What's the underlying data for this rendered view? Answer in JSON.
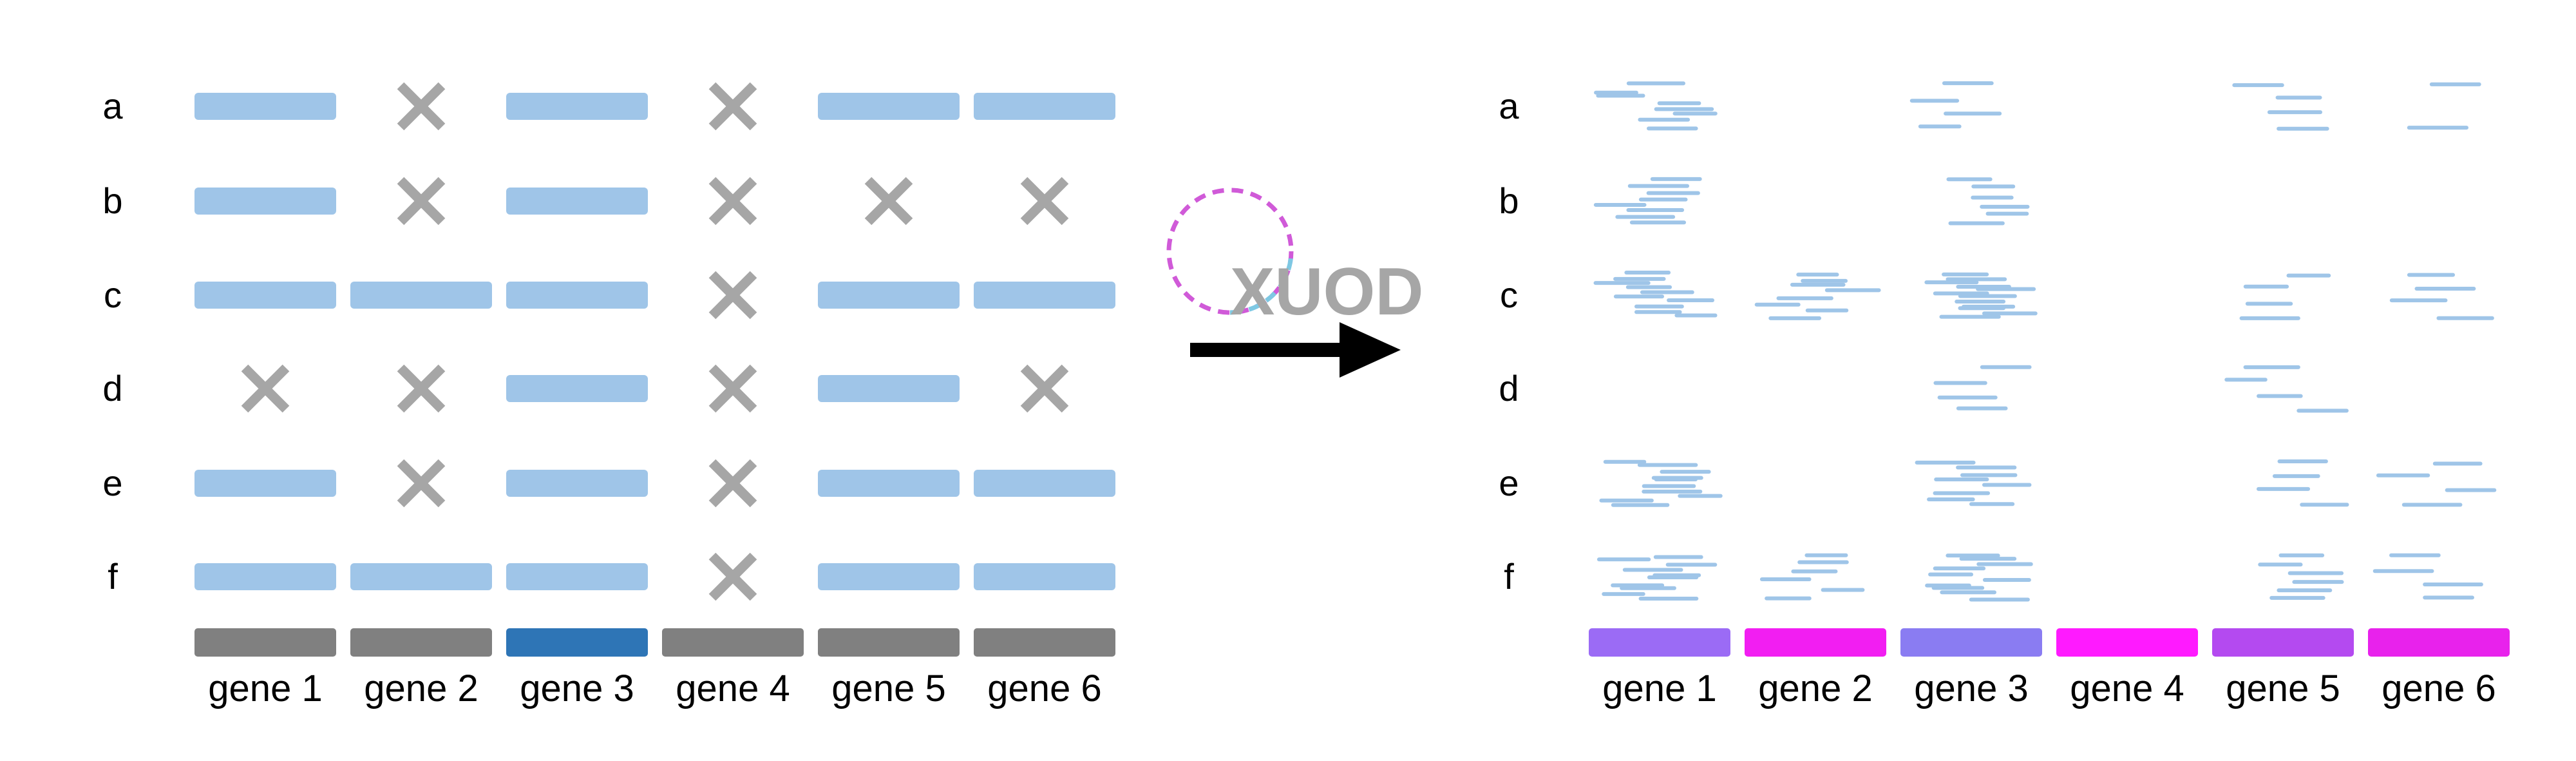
{
  "colors": {
    "present": "#9fc5e8",
    "absent_mark": "#a6a6a6",
    "gene_default": "#808080",
    "gene_highlight": "#2e75b6",
    "read": "#9fc5e8",
    "arrow": "#000000",
    "circle_pink": "#d05ad8",
    "circle_blue": "#7ec8e3",
    "tool_text": "#a6a6a6"
  },
  "left_panel": {
    "row_labels": [
      "a",
      "b",
      "c",
      "d",
      "e",
      "f"
    ],
    "gene_labels": [
      "gene 1",
      "gene 2",
      "gene 3",
      "gene 4",
      "gene 5",
      "gene 6"
    ],
    "gene_colors": [
      "#808080",
      "#808080",
      "#2e75b6",
      "#808080",
      "#808080",
      "#808080"
    ],
    "presence": [
      [
        1,
        0,
        1,
        0,
        1,
        1
      ],
      [
        1,
        0,
        1,
        0,
        0,
        0
      ],
      [
        1,
        1,
        1,
        0,
        1,
        1
      ],
      [
        0,
        0,
        1,
        0,
        1,
        0
      ],
      [
        1,
        0,
        1,
        0,
        1,
        1
      ],
      [
        1,
        1,
        1,
        0,
        1,
        1
      ]
    ]
  },
  "tool": {
    "label": "XUOD",
    "icon": "circle-arrow-icon"
  },
  "right_panel": {
    "row_labels": [
      "a",
      "b",
      "c",
      "d",
      "e",
      "f"
    ],
    "gene_labels": [
      "gene 1",
      "gene 2",
      "gene 3",
      "gene 4",
      "gene 5",
      "gene 6"
    ],
    "gene_colors": [
      "#9b6bf5",
      "#f21ef2",
      "#8a7cf2",
      "#ff1aff",
      "#b44af0",
      "#e822ec"
    ],
    "read_counts": [
      [
        8,
        0,
        4,
        0,
        4,
        2
      ],
      [
        8,
        0,
        6,
        0,
        0,
        0
      ],
      [
        10,
        8,
        12,
        0,
        4,
        4
      ],
      [
        0,
        0,
        4,
        0,
        4,
        0
      ],
      [
        10,
        0,
        8,
        0,
        4,
        4
      ],
      [
        10,
        6,
        10,
        0,
        6,
        4
      ]
    ]
  }
}
